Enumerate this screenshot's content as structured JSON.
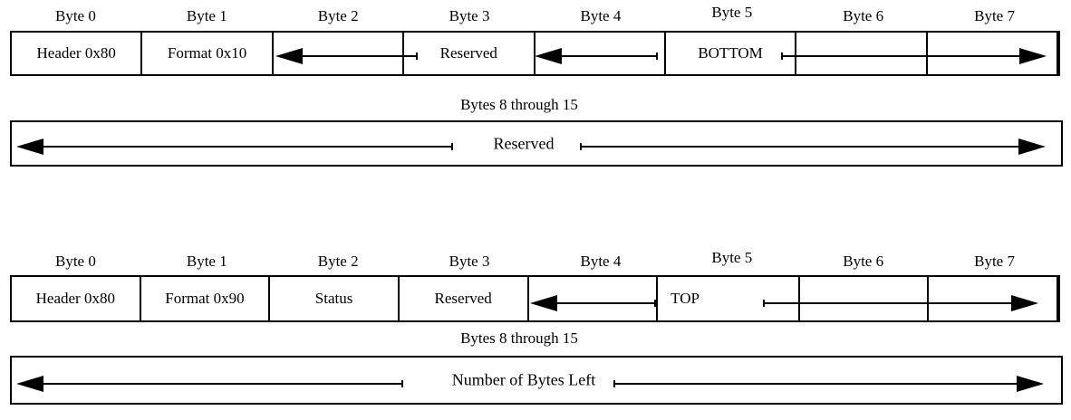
{
  "colors": {
    "foreground": "#000000",
    "background": "#ffffff"
  },
  "byte_labels": [
    "Byte 0",
    "Byte 1",
    "Byte 2",
    "Byte 3",
    "Byte 4",
    "Byte 5",
    "Byte 6",
    "Byte 7"
  ],
  "record1": {
    "cells": {
      "byte0": "Header 0x80",
      "byte1": "Format 0x10",
      "byte3": "Reserved",
      "byte5": "BOTTOM"
    },
    "bytes_8_15_label": "Bytes 8 through 15",
    "wide_field": "Reserved"
  },
  "record2": {
    "cells": {
      "byte0": "Header 0x80",
      "byte1": "Format 0x90",
      "byte2": "Status",
      "byte3": "Reserved",
      "byte5": "TOP"
    },
    "bytes_8_15_label": "Bytes 8 through 15",
    "wide_field": "Number of Bytes Left"
  }
}
